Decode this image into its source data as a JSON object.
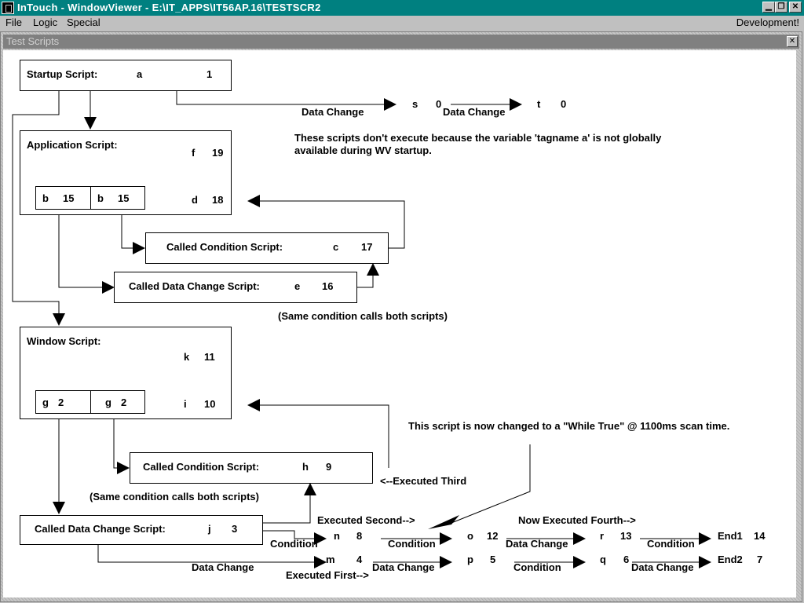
{
  "window": {
    "title": "InTouch - WindowViewer - E:\\IT_APPS\\IT56AP.16\\TESTSCR2",
    "minimize_glyph": "▁",
    "restore_glyph": "❐",
    "close_glyph": "✕"
  },
  "menu": {
    "file": "File",
    "logic": "Logic",
    "special": "Special",
    "mode": "Development!"
  },
  "child_window": {
    "title": "Test Scripts",
    "close_glyph": "✕"
  },
  "startup": {
    "label": "Startup Script:",
    "tag": "a",
    "value": "1"
  },
  "application": {
    "label": "Application Script:",
    "f_tag": "f",
    "f_value": "19",
    "d_tag": "d",
    "d_value": "18",
    "b1_tag": "b",
    "b1_value": "15",
    "b2_tag": "b",
    "b2_value": "15"
  },
  "app_condition": {
    "label": "Called Condition Script:",
    "tag": "c",
    "value": "17"
  },
  "app_datachange": {
    "label": "Called Data Change Script:",
    "tag": "e",
    "value": "16"
  },
  "top_chain": {
    "s_tag": "s",
    "s_value": "0",
    "t_tag": "t",
    "t_value": "0",
    "dc1": "Data Change",
    "dc2": "Data Change"
  },
  "note_global": "These scripts don't execute because the variable 'tagname a' is not globally\navailable during WV startup.",
  "note_same1": "(Same condition calls both scripts)",
  "window_script": {
    "label": "Window Script:",
    "k_tag": "k",
    "k_value": "11",
    "i_tag": "i",
    "i_value": "10",
    "g1_tag": "g",
    "g1_value": "2",
    "g2_tag": "g",
    "g2_value": "2"
  },
  "win_condition": {
    "label": "Called Condition Script:",
    "tag": "h",
    "value": "9"
  },
  "note_while": "This script is now changed to a \"While True\" @ 1100ms scan time.",
  "executed_third": "<--Executed Third",
  "note_same2": "(Same condition calls both scripts)",
  "win_datachange": {
    "label": "Called Data Change Script:",
    "tag": "j",
    "value": "3"
  },
  "executed_second": "Executed Second-->",
  "executed_fourth": "Now Executed Fourth-->",
  "executed_first": "Executed First-->",
  "row1": {
    "cond1": "Condition",
    "n_tag": "n",
    "n_value": "8",
    "cond2": "Condition",
    "o_tag": "o",
    "o_value": "12",
    "dc": "Data Change",
    "r_tag": "r",
    "r_value": "13",
    "cond3": "Condition",
    "end_tag": "End1",
    "end_value": "14"
  },
  "row2": {
    "dc1": "Data Change",
    "m_tag": "m",
    "m_value": "4",
    "dc2": "Data Change",
    "p_tag": "p",
    "p_value": "5",
    "cond": "Condition",
    "q_tag": "q",
    "q_value": "6",
    "dc3": "Data Change",
    "end_tag": "End2",
    "end_value": "7"
  }
}
